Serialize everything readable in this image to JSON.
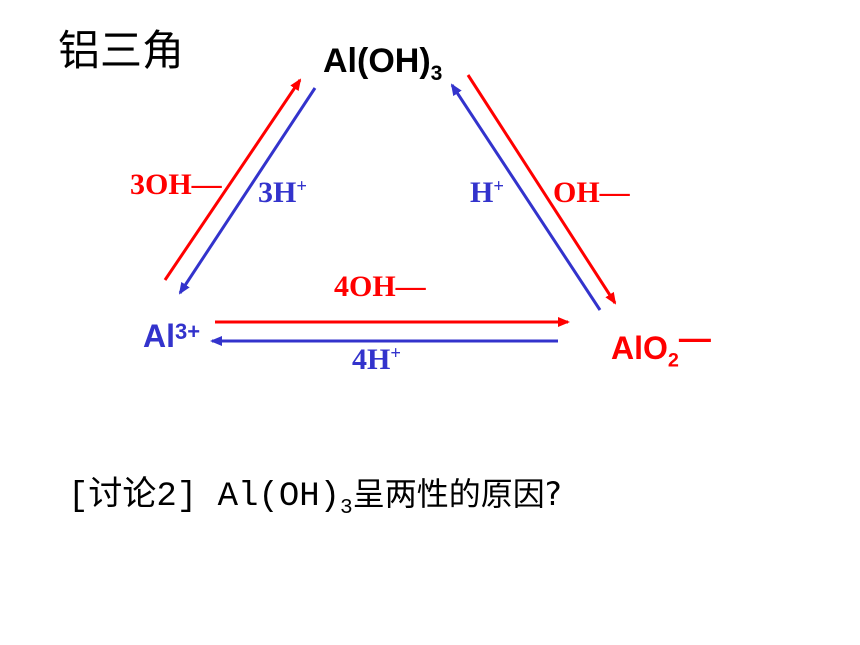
{
  "title": "铝三角",
  "nodes": {
    "top": {
      "base": "Al(OH)",
      "sub": "3"
    },
    "left": {
      "base": "Al",
      "sup": "3+"
    },
    "right": {
      "base": "AlO",
      "sub": "2",
      "tail": "—"
    }
  },
  "labels": {
    "left_up": "3OH—",
    "left_down": {
      "base": "3H",
      "sup": "+"
    },
    "right_up": {
      "base": "H",
      "sup": "+"
    },
    "right_down": "OH—",
    "bottom_right": "4OH—",
    "bottom_left": {
      "base": "4H",
      "sup": "+"
    }
  },
  "question": {
    "prefix": "[讨论2] Al(OH)",
    "sub": "3",
    "suffix": "呈两性的原因?"
  },
  "colors": {
    "red": "#ff0000",
    "blue": "#3333cc",
    "text": "#000000"
  }
}
